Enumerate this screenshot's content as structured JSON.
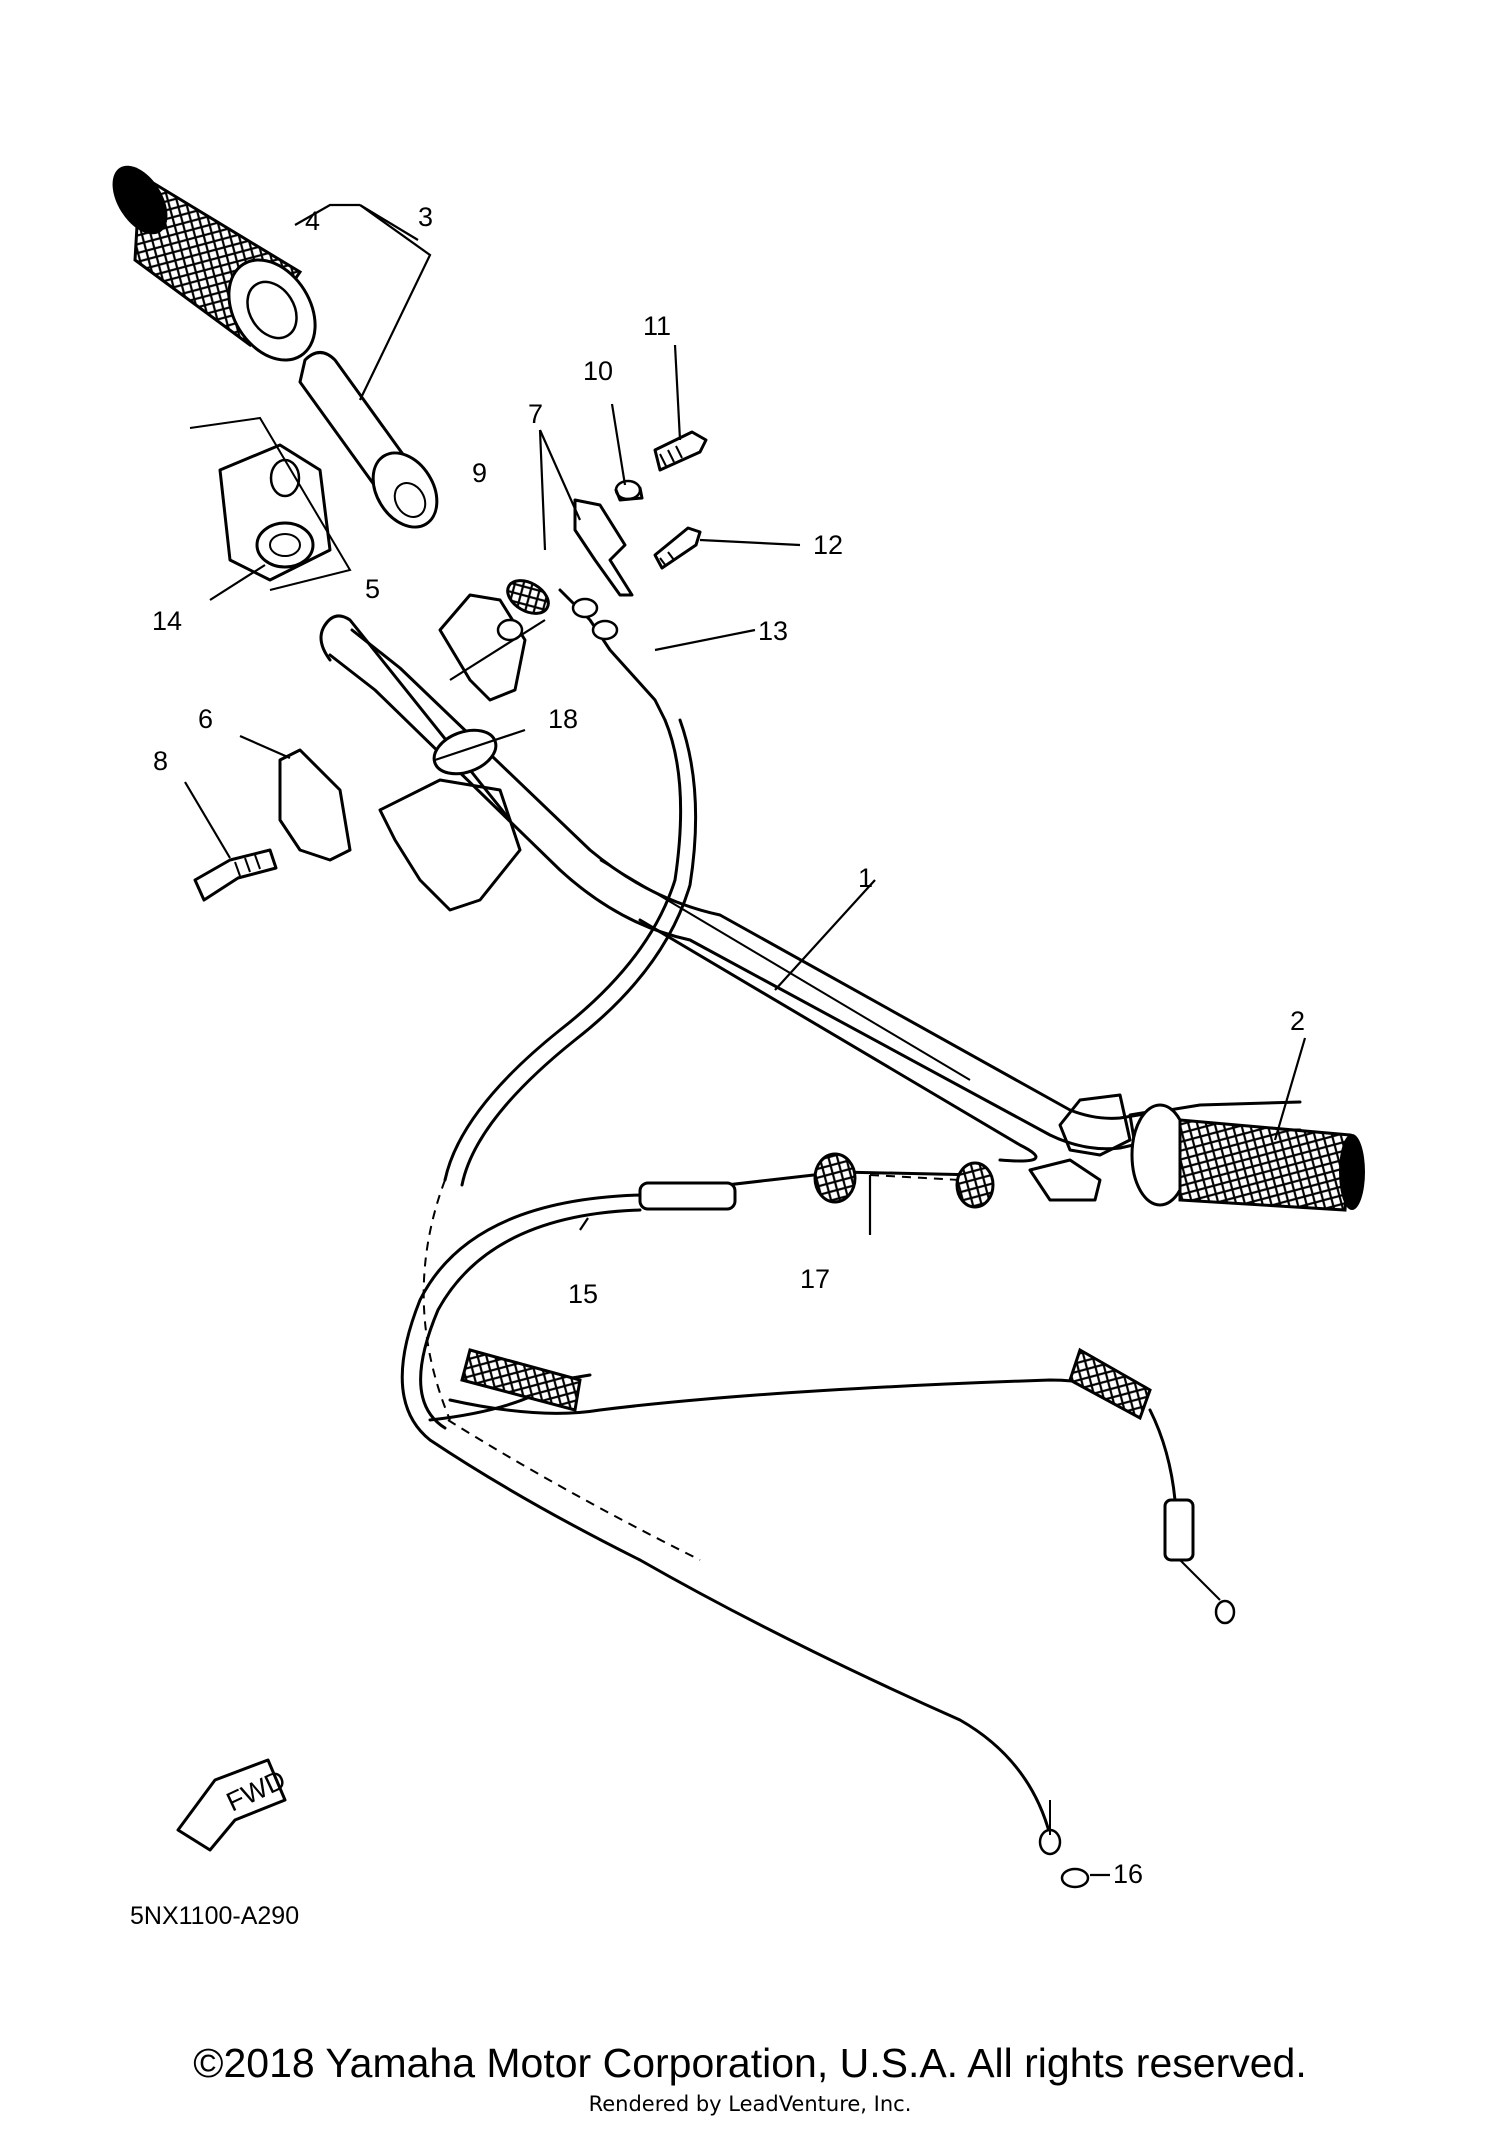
{
  "diagram": {
    "callouts": [
      "1",
      "2",
      "3",
      "4",
      "5",
      "6",
      "7",
      "8",
      "9",
      "10",
      "11",
      "12",
      "13",
      "14",
      "15",
      "16",
      "17",
      "18"
    ],
    "arrow_label": "FWD",
    "diagram_code": "5NX1100-A290"
  },
  "footer": {
    "copyright": "©2018 Yamaha Motor Corporation, U.S.A. All rights reserved.",
    "rendered_by": "Rendered by LeadVenture, Inc."
  }
}
